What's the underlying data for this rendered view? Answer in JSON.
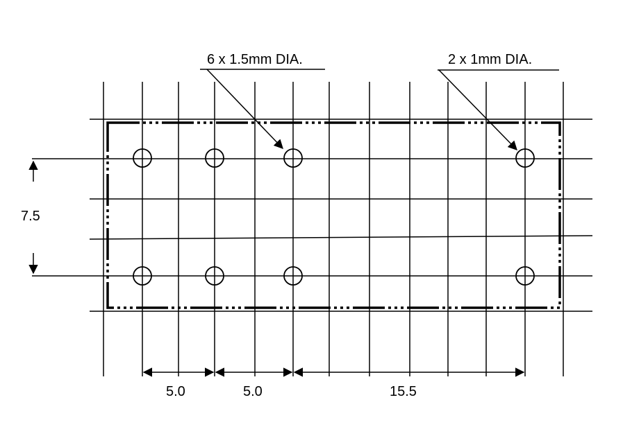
{
  "labels": {
    "large_holes_callout": "6 x 1.5mm DIA.",
    "small_holes_callout": "2 x 1mm DIA.",
    "vertical_dimension": "7.5",
    "spacing_1": "5.0",
    "spacing_2": "5.0",
    "spacing_3": "15.5"
  },
  "colors": {
    "line": "#000000",
    "background": "#ffffff"
  }
}
